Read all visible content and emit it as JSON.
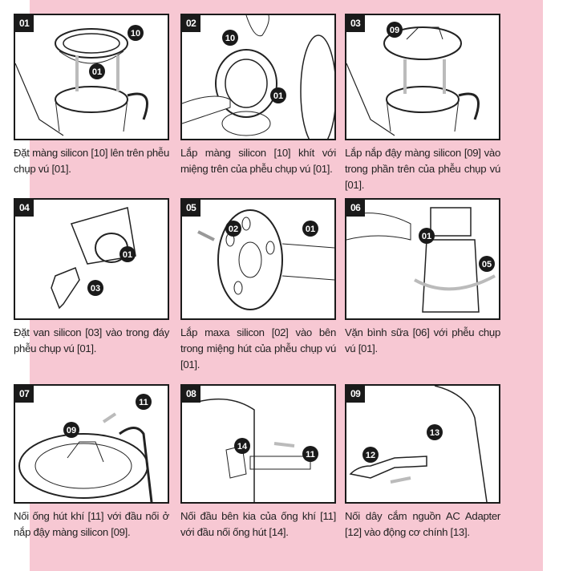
{
  "steps": [
    {
      "number": "01",
      "caption": "Đặt màng silicon [10] lên trên phễu chụp vú [01].",
      "callouts": [
        "10",
        "01"
      ]
    },
    {
      "number": "02",
      "caption": "Lắp màng silicon [10] khít với miệng trên của phễu chụp vú [01].",
      "callouts": [
        "10",
        "01"
      ]
    },
    {
      "number": "03",
      "caption": "Lắp nắp đậy màng silicon [09] vào trong phần trên của phễu chụp vú [01].",
      "callouts": [
        "09"
      ]
    },
    {
      "number": "04",
      "caption": "Đặt van silicon [03] vào trong đáy phễu chụp vú [01].",
      "callouts": [
        "01",
        "03"
      ]
    },
    {
      "number": "05",
      "caption": "Lắp maxa silicon [02] vào bên trong miệng hút của phễu chụp vú [01].",
      "callouts": [
        "02",
        "01"
      ]
    },
    {
      "number": "06",
      "caption": "Vặn bình sữa [06] với phễu chụp vú [01].",
      "callouts": [
        "01",
        "05"
      ]
    },
    {
      "number": "07",
      "caption": "Nối ống hút khí [11] với đầu nối ở nắp đậy màng silicon [09].",
      "callouts": [
        "11",
        "09"
      ]
    },
    {
      "number": "08",
      "caption": "Nối đầu bên kia của ống khí [11] với đầu nối ống hút [14].",
      "callouts": [
        "14",
        "11"
      ]
    },
    {
      "number": "09",
      "caption": "Nối dây cắm nguồn AC Adapter [12] vào động cơ chính [13].",
      "callouts": [
        "13",
        "12"
      ]
    }
  ]
}
